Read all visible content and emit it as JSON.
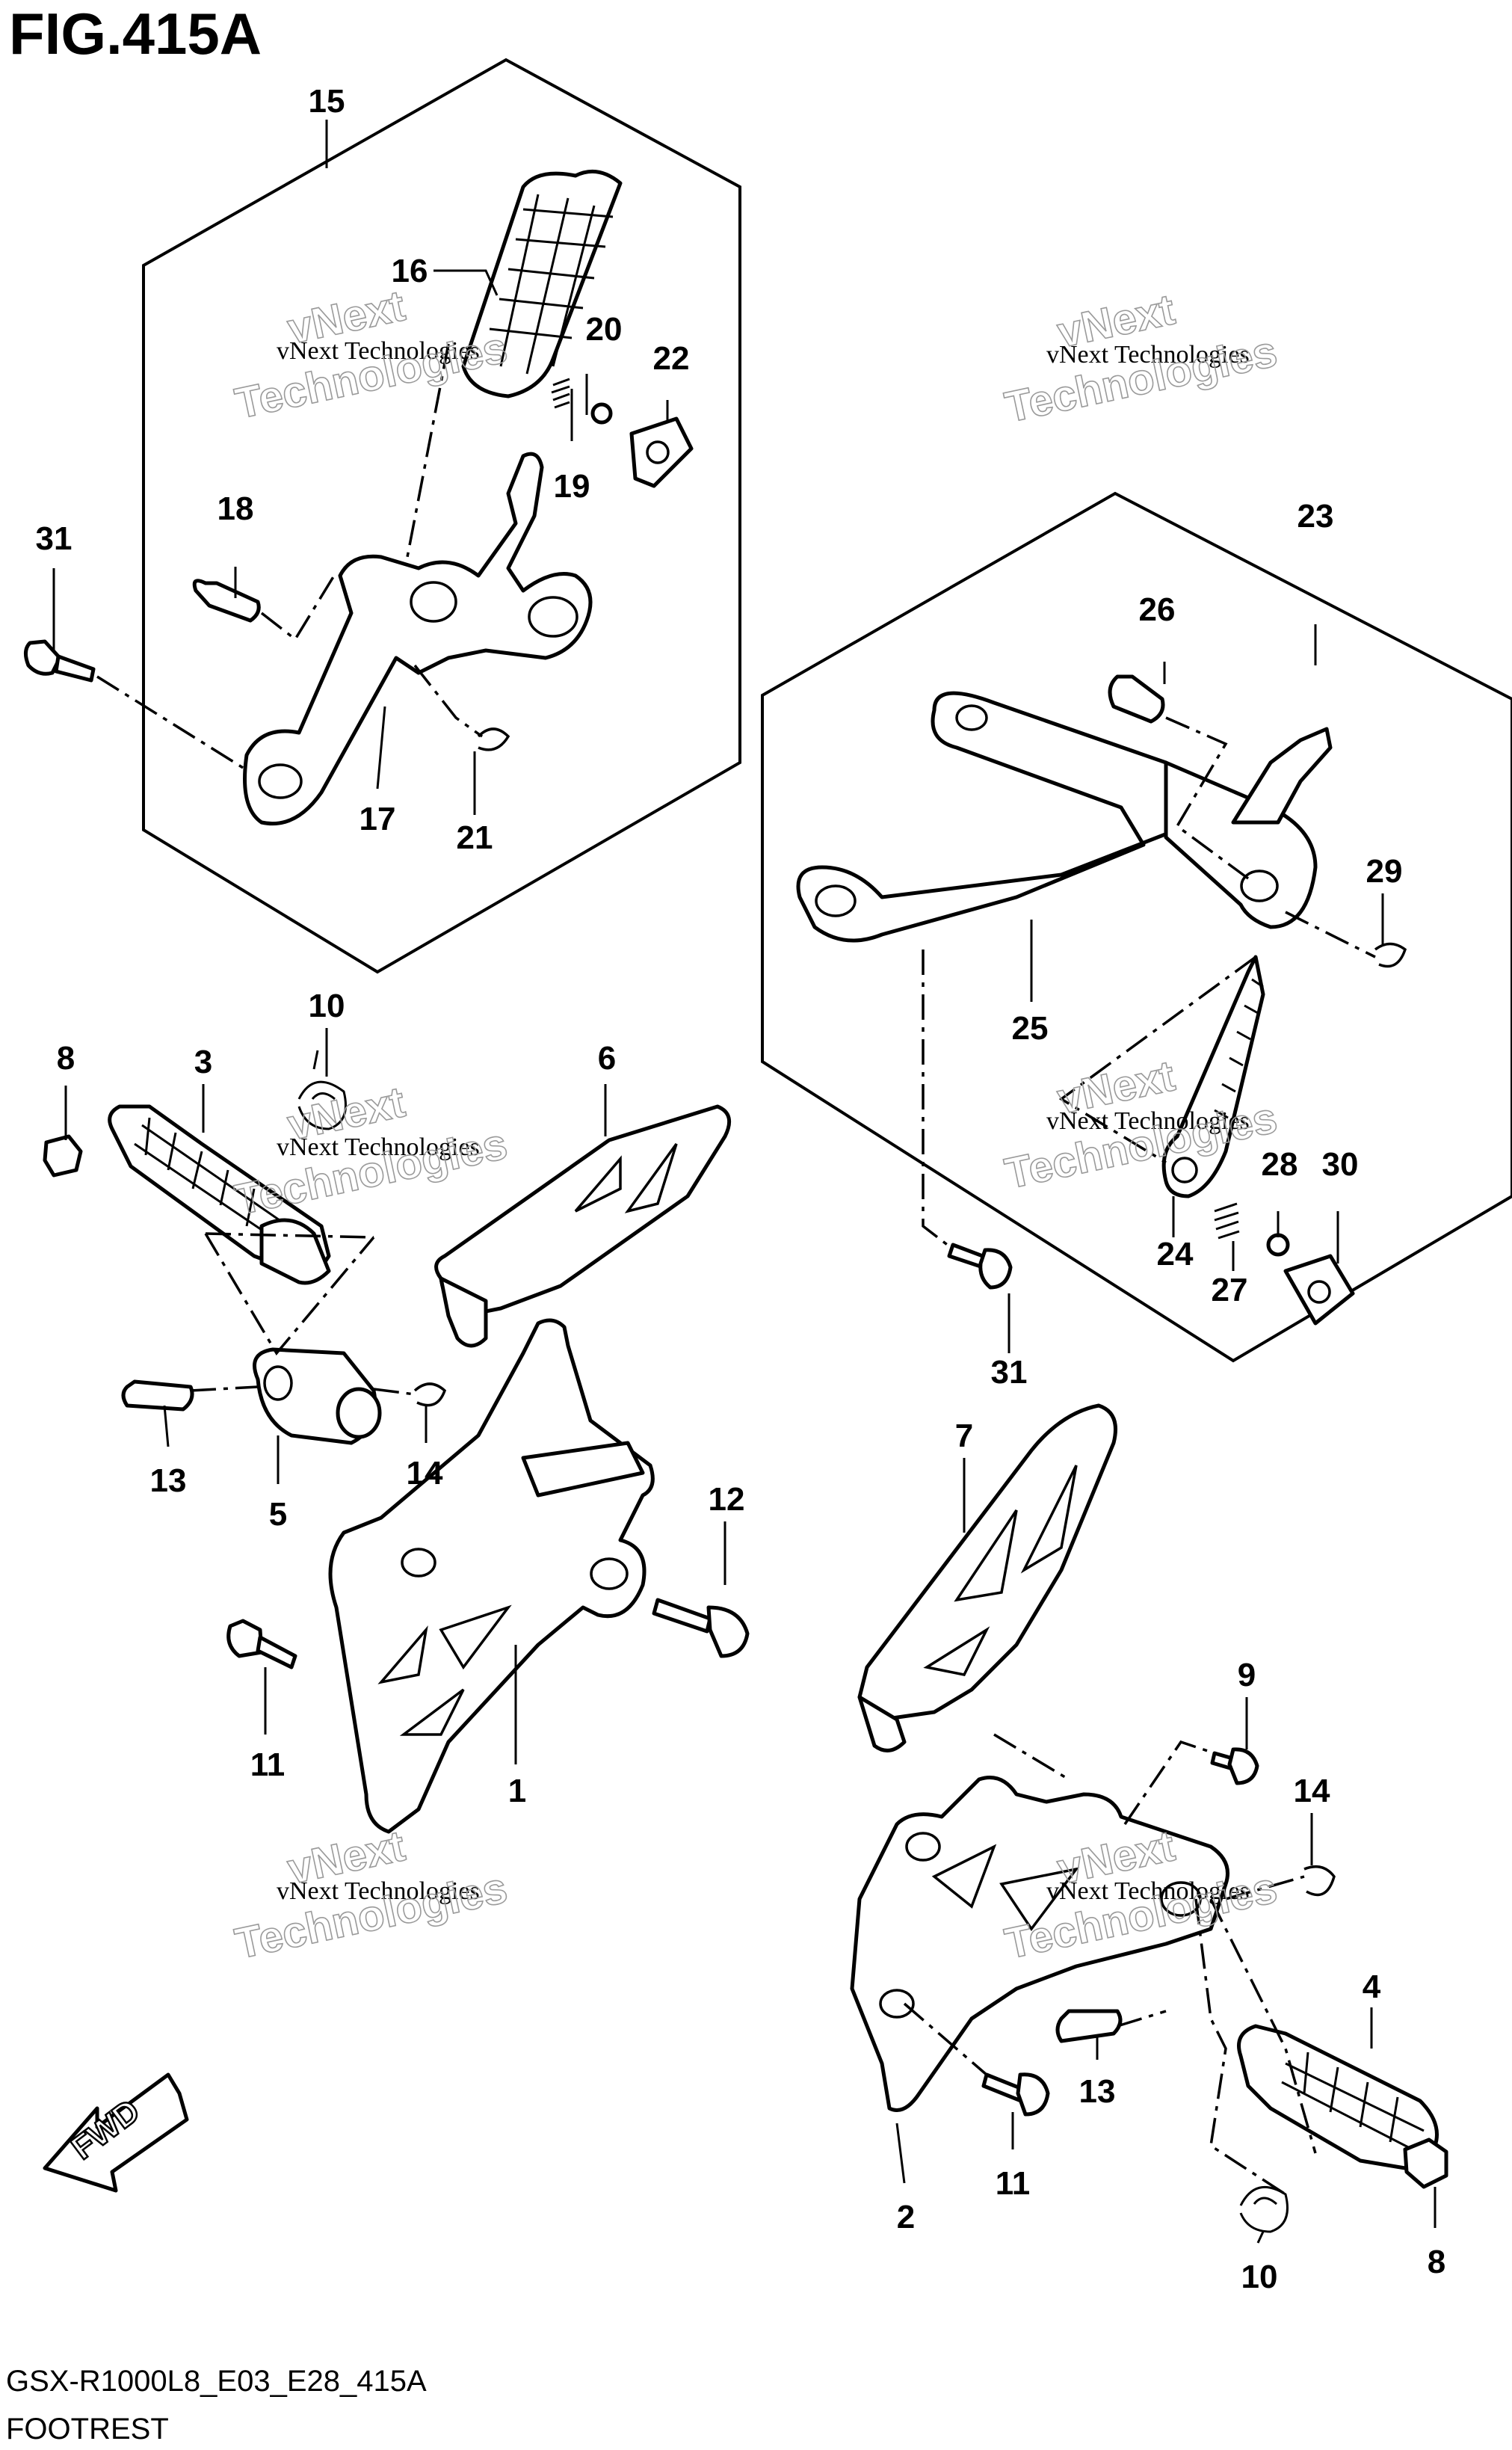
{
  "figure": {
    "title": "FIG.415A",
    "model_code": "GSX-R1000L8_E03_E28_415A",
    "section_name": "FOOTREST"
  },
  "watermark": {
    "line1": "vNext Technologies",
    "line2": "vNext",
    "line3": "Technologies"
  },
  "fwd_label": "FWD",
  "callouts": [
    "1",
    "2",
    "3",
    "4",
    "5",
    "6",
    "7",
    "8",
    "8",
    "9",
    "10",
    "10",
    "11",
    "11",
    "12",
    "13",
    "13",
    "14",
    "14",
    "15",
    "16",
    "17",
    "18",
    "19",
    "20",
    "21",
    "22",
    "23",
    "24",
    "25",
    "26",
    "27",
    "28",
    "29",
    "30",
    "31",
    "31"
  ]
}
